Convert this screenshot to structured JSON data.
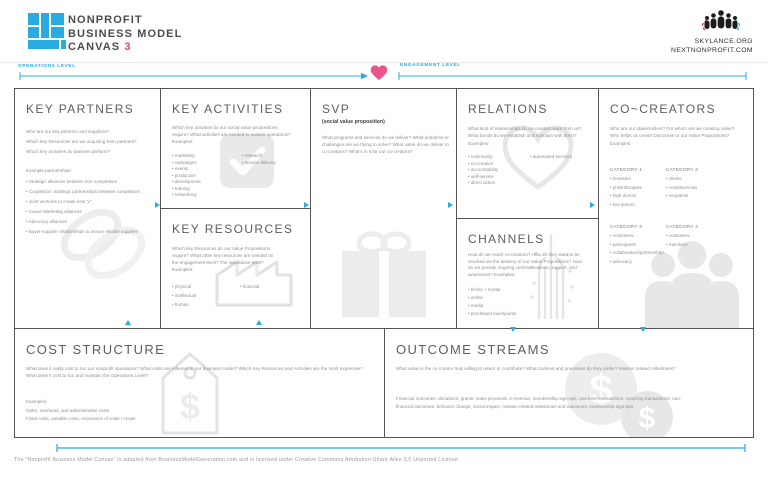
{
  "header": {
    "title_lines": [
      "NONPROFIT",
      "BUSINESS MODEL",
      "CANVAS"
    ],
    "version": "3",
    "org_primary": "SKYLANCE.ORG",
    "org_secondary": "NEXTNONPROFIT.COM"
  },
  "scales": {
    "operations": "OPERATIONS LEVEL",
    "engagement": "ENGAGEMENT LEVEL"
  },
  "sections": {
    "key_partners": {
      "title": "KEY PARTNERS",
      "questions": [
        "Who are our key partners and suppliers?",
        "Which key Resources are we acquiring from partners?",
        "Which key activities do partners perform?"
      ],
      "examples_label": "Example partnerships:",
      "bullets": [
        "Strategic alliances between non-competitors",
        "Coopetition: strategic partnerships between competitors",
        "Joint ventures to create new \"x\"",
        "Cause Marketing alliances",
        "Advocacy alliances",
        "Buyer-supplier relationships to assure reliable supplies"
      ]
    },
    "key_activities": {
      "title": "KEY ACTIVITIES",
      "intro": "Which key activities do our social value propositions require? What activities are needed to sustain operations? Examples:",
      "bullets_col1": [
        "marketing",
        "campaigns",
        "events",
        "production",
        "development",
        "training",
        "networking"
      ],
      "bullets_col2": [
        "research",
        "service delivery"
      ]
    },
    "key_resources": {
      "title": "KEY RESOURCES",
      "intro": "Which key Resources do our Value Propositions require? What other key resources are needed on the engagement level? The operations level? Examples:",
      "bullets_col1": [
        "physical",
        "intellectual",
        "human"
      ],
      "bullets_col2": [
        "financial"
      ]
    },
    "svp": {
      "title": "SVP",
      "subtitle": "(social value proposition)",
      "intro": "What programs and services do we deliver? What problems or challenges are we trying to solve? What value do we deliver to co-creators? What's in it for our co-creators?"
    },
    "relations": {
      "title": "RELATIONS",
      "intro": "What kind of relationships do co-creators want from us? What bonds do we establish and maintain with them?",
      "examples_label": "Examples:",
      "bullets_col1": [
        "community",
        "co-creation",
        "accountability",
        "self-service",
        "direct action"
      ],
      "bullets_col2": [
        "automated services"
      ]
    },
    "channels": {
      "title": "CHANNELS",
      "intro": "How do we reach co-creators? How do they want to be reached via the delivery of our Value Propositions? How do we provide ongoing communications, support, and awareness? Examples:",
      "bullets": [
        "bricks + mortar",
        "online",
        "media",
        "purchased touchpoints"
      ]
    },
    "co_creators": {
      "title": "CO~CREATORS",
      "intro": "Who are our stakeholders? For whom are we creating value? Who helps us create Outcomes or our Value Propositions?",
      "examples_label": "Examples:",
      "categories": [
        {
          "label": "CATEGORY 1",
          "bullets": [
            "investors",
            "philanthropists",
            "high donors",
            "low donors"
          ]
        },
        {
          "label": "CATEGORY 2",
          "bullets": [
            "clients",
            "constituencies",
            "recipients"
          ]
        },
        {
          "label": "CATEGORY 3",
          "bullets": [
            "volunteers",
            "participants",
            "collaborators/partnerships",
            "advocacy"
          ]
        },
        {
          "label": "CATEGORY 4",
          "bullets": [
            "customers",
            "members"
          ]
        }
      ]
    },
    "cost_structure": {
      "title": "COST STRUCTURE",
      "intro": "What does it really cost to run our nonprofit operations? What costs are inherent in our business model? Which Key Resources and Activities are the most expensive? What does it cost to run and maintain the Operations Level?",
      "examples_label": "Examples:",
      "examples": [
        "OpEx, overhead, and administrative costs",
        "Fixed costs, variable costs, economies of scale / scope"
      ]
    },
    "outcome_streams": {
      "title": "OUTCOME STREAMS",
      "intro": "What value is the co-creator truly willing to return or contribute? What routines and processes do they prefer? Mission related milestones?",
      "examples": "Financial outcomes: donations, grants, sales proceeds, e-revenue, membership sign-ups, one-time transactions, recurring transactions; non-financial outcomes: behavior change, social impact, mission-related milestones and outcomes, membership sign-ups"
    }
  },
  "footer": {
    "license": "The \"Nonprofit Business Model Canvas\" is adapted from BusinessModelGeneration.com and is licensed under Creative Commons Attribution-Share Alike 3.0 Unported License."
  },
  "colors": {
    "accent_blue": "#29abe2",
    "heart_pink": "#e8548b",
    "version_pink": "#e8457c",
    "border_gray": "#565656",
    "icon_gray": "#e9e9e9"
  }
}
